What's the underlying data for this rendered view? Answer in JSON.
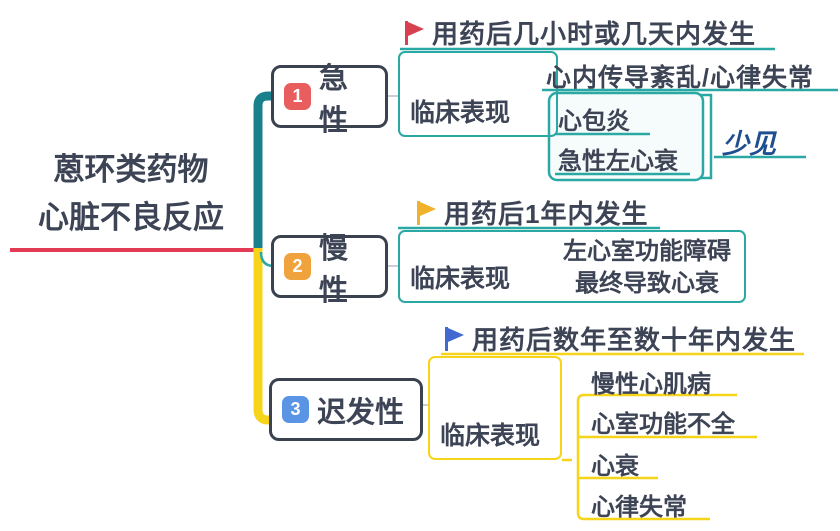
{
  "main_topic": {
    "line1": "蒽环类药物",
    "line2": "心脏不良反应"
  },
  "branches": [
    {
      "badge": "1",
      "label": "急性",
      "flag": "用药后几小时或几天内发生",
      "clinical_label": "临床表现",
      "manifestations": [
        "心内传导紊乱/心律失常",
        "心包炎",
        "急性左心衰"
      ],
      "summary_note": "少见"
    },
    {
      "badge": "2",
      "label": "慢性",
      "flag": "用药后1年内发生",
      "clinical_label": "临床表现",
      "manifestations": [
        "左心室功能障碍",
        "最终导致心衰"
      ]
    },
    {
      "badge": "3",
      "label": "迟发性",
      "flag": "用药后数年至数十年内发生",
      "clinical_label": "临床表现",
      "manifestations": [
        "慢性心肌病",
        "心室功能不全",
        "心衰",
        "心律失常"
      ]
    }
  ],
  "colors": {
    "spine_teal": "#1b808d",
    "branch_teal": "#2aa8a3",
    "branch_yellow": "#f6d41a",
    "root_underline_red": "#e23b53",
    "badge_red": "#e85d5d",
    "badge_orange": "#f0a33c",
    "badge_blue": "#5a95e5",
    "flag_red": "#d7404e",
    "flag_yellow": "#f0b22a",
    "flag_blue": "#4169d0",
    "text_dark": "#3d4455",
    "summary_blue": "#1f4f8f"
  }
}
